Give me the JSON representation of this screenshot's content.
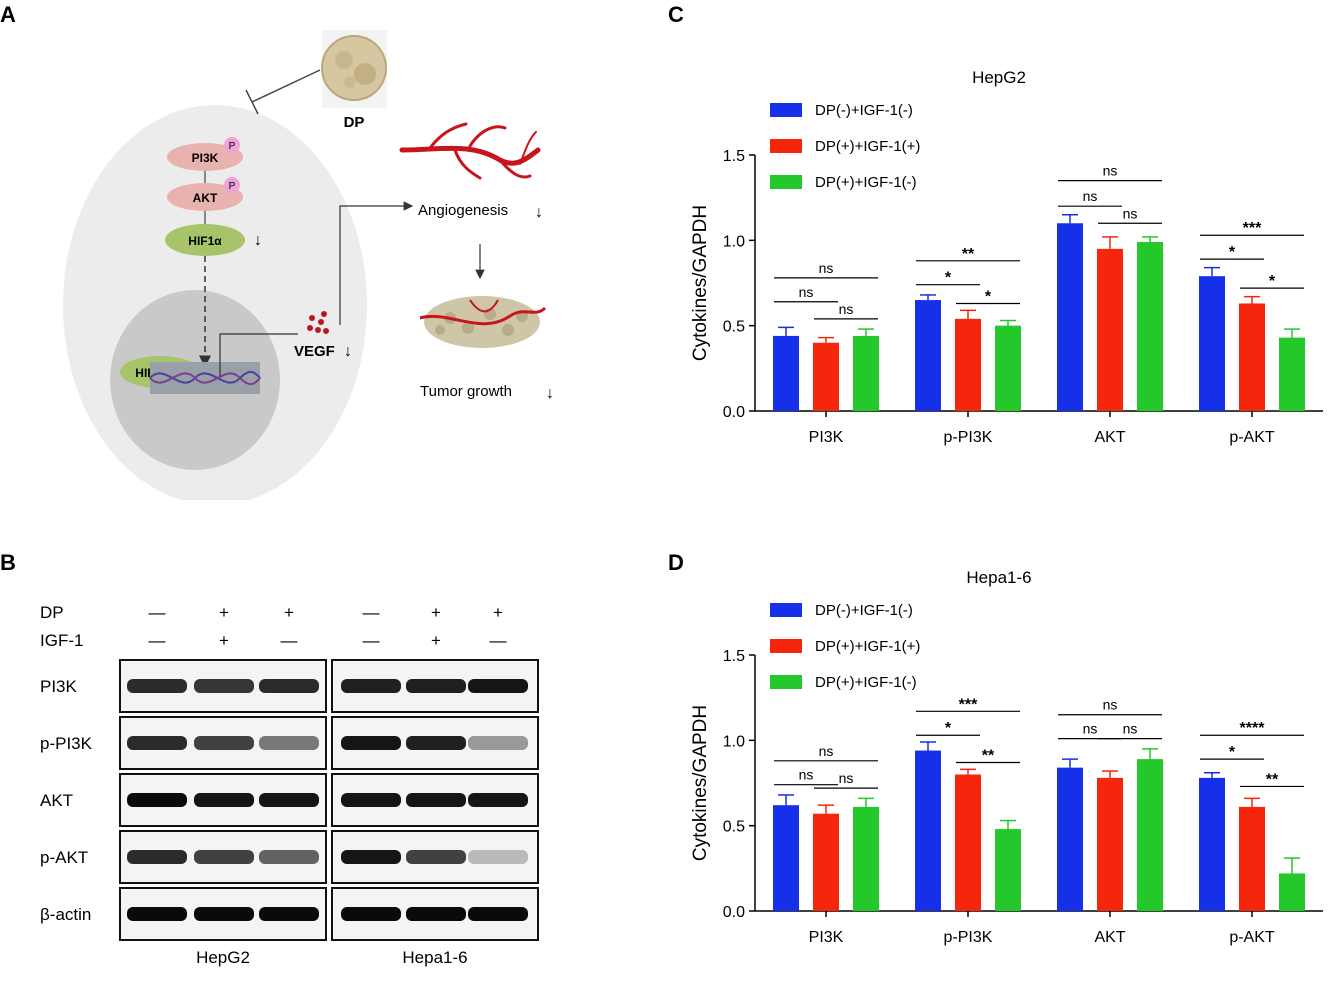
{
  "panels": {
    "a": "A",
    "b": "B",
    "c": "C",
    "d": "D"
  },
  "colors": {
    "blue": "#1530e8",
    "red": "#f5260c",
    "green": "#24c82a",
    "cell": "#ececec",
    "nucleus": "#c9c9c9",
    "vessel": "#c8141c"
  },
  "diagram": {
    "drug_label": "DP",
    "proteins": {
      "pi3k": "PI3K",
      "akt": "AKT",
      "hif_cyto": "HIF1α",
      "hif_nuc": "HIF1α",
      "phospho": "P"
    },
    "vegf": "VEGF",
    "down_arrow": "↓",
    "angiogenesis": "Angiogenesis",
    "tumor_growth": "Tumor growth"
  },
  "blot": {
    "row_labels": [
      "PI3K",
      "p-PI3K",
      "AKT",
      "p-AKT",
      "β-actin"
    ],
    "treatments": [
      {
        "label": "DP",
        "values": [
          "—",
          "+",
          "+",
          "—",
          "+",
          "+"
        ]
      },
      {
        "label": "IGF-1",
        "values": [
          "—",
          "+",
          "—",
          "—",
          "+",
          "—"
        ]
      }
    ],
    "groups": [
      "HepG2",
      "Hepa1-6"
    ],
    "intensities": [
      [
        0.85,
        0.8,
        0.85,
        0.9,
        0.9,
        0.95
      ],
      [
        0.85,
        0.75,
        0.5,
        0.95,
        0.9,
        0.35
      ],
      [
        1,
        0.95,
        0.95,
        0.95,
        0.95,
        0.95
      ],
      [
        0.85,
        0.75,
        0.6,
        0.95,
        0.75,
        0.2
      ],
      [
        1,
        1,
        1,
        1,
        1,
        1
      ]
    ]
  },
  "chart_data": [
    {
      "type": "bar",
      "title": "HepG2",
      "ylabel": "Cytokines/GAPDH",
      "ylim": [
        0,
        1.5
      ],
      "yticks": [
        "0.0",
        "0.5",
        "1.0",
        "1.5"
      ],
      "categories": [
        "PI3K",
        "p-PI3K",
        "AKT",
        "p-AKT"
      ],
      "series": [
        {
          "name": "DP(-)+IGF-1(-)",
          "values": [
            0.44,
            0.65,
            1.1,
            0.79
          ],
          "errors": [
            0.05,
            0.03,
            0.05,
            0.05
          ]
        },
        {
          "name": "DP(+)+IGF-1(+)",
          "values": [
            0.4,
            0.54,
            0.95,
            0.63
          ],
          "errors": [
            0.03,
            0.05,
            0.07,
            0.04
          ]
        },
        {
          "name": "DP(+)+IGF-1(-)",
          "values": [
            0.44,
            0.5,
            0.99,
            0.43
          ],
          "errors": [
            0.04,
            0.03,
            0.03,
            0.05
          ]
        }
      ],
      "significance": [
        {
          "cat": 0,
          "a": 0,
          "b": 2,
          "label": "ns",
          "y": 0.78
        },
        {
          "cat": 0,
          "a": 0,
          "b": 1,
          "label": "ns",
          "y": 0.64
        },
        {
          "cat": 0,
          "a": 1,
          "b": 2,
          "label": "ns",
          "y": 0.54
        },
        {
          "cat": 1,
          "a": 0,
          "b": 2,
          "label": "**",
          "y": 0.88
        },
        {
          "cat": 1,
          "a": 0,
          "b": 1,
          "label": "*",
          "y": 0.74
        },
        {
          "cat": 1,
          "a": 1,
          "b": 2,
          "label": "*",
          "y": 0.63
        },
        {
          "cat": 2,
          "a": 0,
          "b": 2,
          "label": "ns",
          "y": 1.35
        },
        {
          "cat": 2,
          "a": 0,
          "b": 1,
          "label": "ns",
          "y": 1.2
        },
        {
          "cat": 2,
          "a": 1,
          "b": 2,
          "label": "ns",
          "y": 1.1
        },
        {
          "cat": 3,
          "a": 0,
          "b": 2,
          "label": "***",
          "y": 1.03
        },
        {
          "cat": 3,
          "a": 0,
          "b": 1,
          "label": "*",
          "y": 0.89
        },
        {
          "cat": 3,
          "a": 1,
          "b": 2,
          "label": "*",
          "y": 0.72
        }
      ]
    },
    {
      "type": "bar",
      "title": "Hepa1-6",
      "ylabel": "Cytokines/GAPDH",
      "ylim": [
        0,
        1.5
      ],
      "yticks": [
        "0.0",
        "0.5",
        "1.0",
        "1.5"
      ],
      "categories": [
        "PI3K",
        "p-PI3K",
        "AKT",
        "p-AKT"
      ],
      "series": [
        {
          "name": "DP(-)+IGF-1(-)",
          "values": [
            0.62,
            0.94,
            0.84,
            0.78
          ],
          "errors": [
            0.06,
            0.05,
            0.05,
            0.03
          ]
        },
        {
          "name": "DP(+)+IGF-1(+)",
          "values": [
            0.57,
            0.8,
            0.78,
            0.61
          ],
          "errors": [
            0.05,
            0.03,
            0.04,
            0.05
          ]
        },
        {
          "name": "DP(+)+IGF-1(-)",
          "values": [
            0.61,
            0.48,
            0.89,
            0.22
          ],
          "errors": [
            0.05,
            0.05,
            0.06,
            0.09
          ]
        }
      ],
      "significance": [
        {
          "cat": 0,
          "a": 0,
          "b": 2,
          "label": "ns",
          "y": 0.88
        },
        {
          "cat": 0,
          "a": 0,
          "b": 1,
          "label": "ns",
          "y": 0.74
        },
        {
          "cat": 0,
          "a": 1,
          "b": 2,
          "label": "ns",
          "y": 0.72
        },
        {
          "cat": 1,
          "a": 0,
          "b": 2,
          "label": "***",
          "y": 1.17
        },
        {
          "cat": 1,
          "a": 0,
          "b": 1,
          "label": "*",
          "y": 1.03
        },
        {
          "cat": 1,
          "a": 1,
          "b": 2,
          "label": "**",
          "y": 0.87
        },
        {
          "cat": 2,
          "a": 0,
          "b": 2,
          "label": "ns",
          "y": 1.15
        },
        {
          "cat": 2,
          "a": 0,
          "b": 1,
          "label": "ns",
          "y": 1.01
        },
        {
          "cat": 2,
          "a": 1,
          "b": 2,
          "label": "ns",
          "y": 1.01
        },
        {
          "cat": 3,
          "a": 0,
          "b": 2,
          "label": "****",
          "y": 1.03
        },
        {
          "cat": 3,
          "a": 0,
          "b": 1,
          "label": "*",
          "y": 0.89
        },
        {
          "cat": 3,
          "a": 1,
          "b": 2,
          "label": "**",
          "y": 0.73
        }
      ]
    }
  ]
}
